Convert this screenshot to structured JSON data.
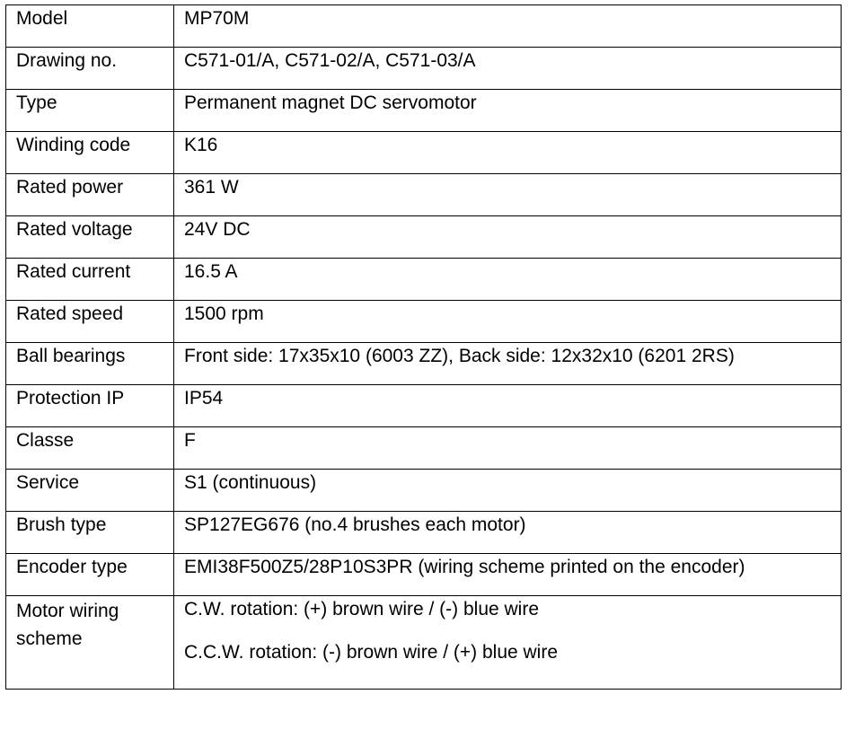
{
  "specs": [
    {
      "label": "Model",
      "value": "MP70M"
    },
    {
      "label": "Drawing no.",
      "value": "C571-01/A, C571-02/A, C571-03/A"
    },
    {
      "label": "Type",
      "value": "Permanent magnet DC servomotor"
    },
    {
      "label": "Winding code",
      "value": "K16"
    },
    {
      "label": "Rated power",
      "value": "361 W"
    },
    {
      "label": "Rated voltage",
      "value": "24V DC"
    },
    {
      "label": "Rated current",
      "value": "16.5 A"
    },
    {
      "label": "Rated speed",
      "value": "1500 rpm"
    },
    {
      "label": "Ball bearings",
      "value": "Front side: 17x35x10 (6003 ZZ), Back side: 12x32x10 (6201 2RS)"
    },
    {
      "label": "Protection IP",
      "value": "IP54"
    },
    {
      "label": "Classe",
      "value": "F"
    },
    {
      "label": "Service",
      "value": "S1 (continuous)"
    },
    {
      "label": "Brush type",
      "value": "SP127EG676 (no.4 brushes each motor)"
    },
    {
      "label": "Encoder type",
      "value": "EMI38F500Z5/28P10S3PR (wiring scheme printed on the encoder)"
    }
  ],
  "wiring": {
    "label": "Motor wiring scheme",
    "cw": "C.W. rotation: (+) brown wire / (-) blue wire",
    "ccw": "C.C.W. rotation: (-) brown wire / (+) blue wire"
  }
}
